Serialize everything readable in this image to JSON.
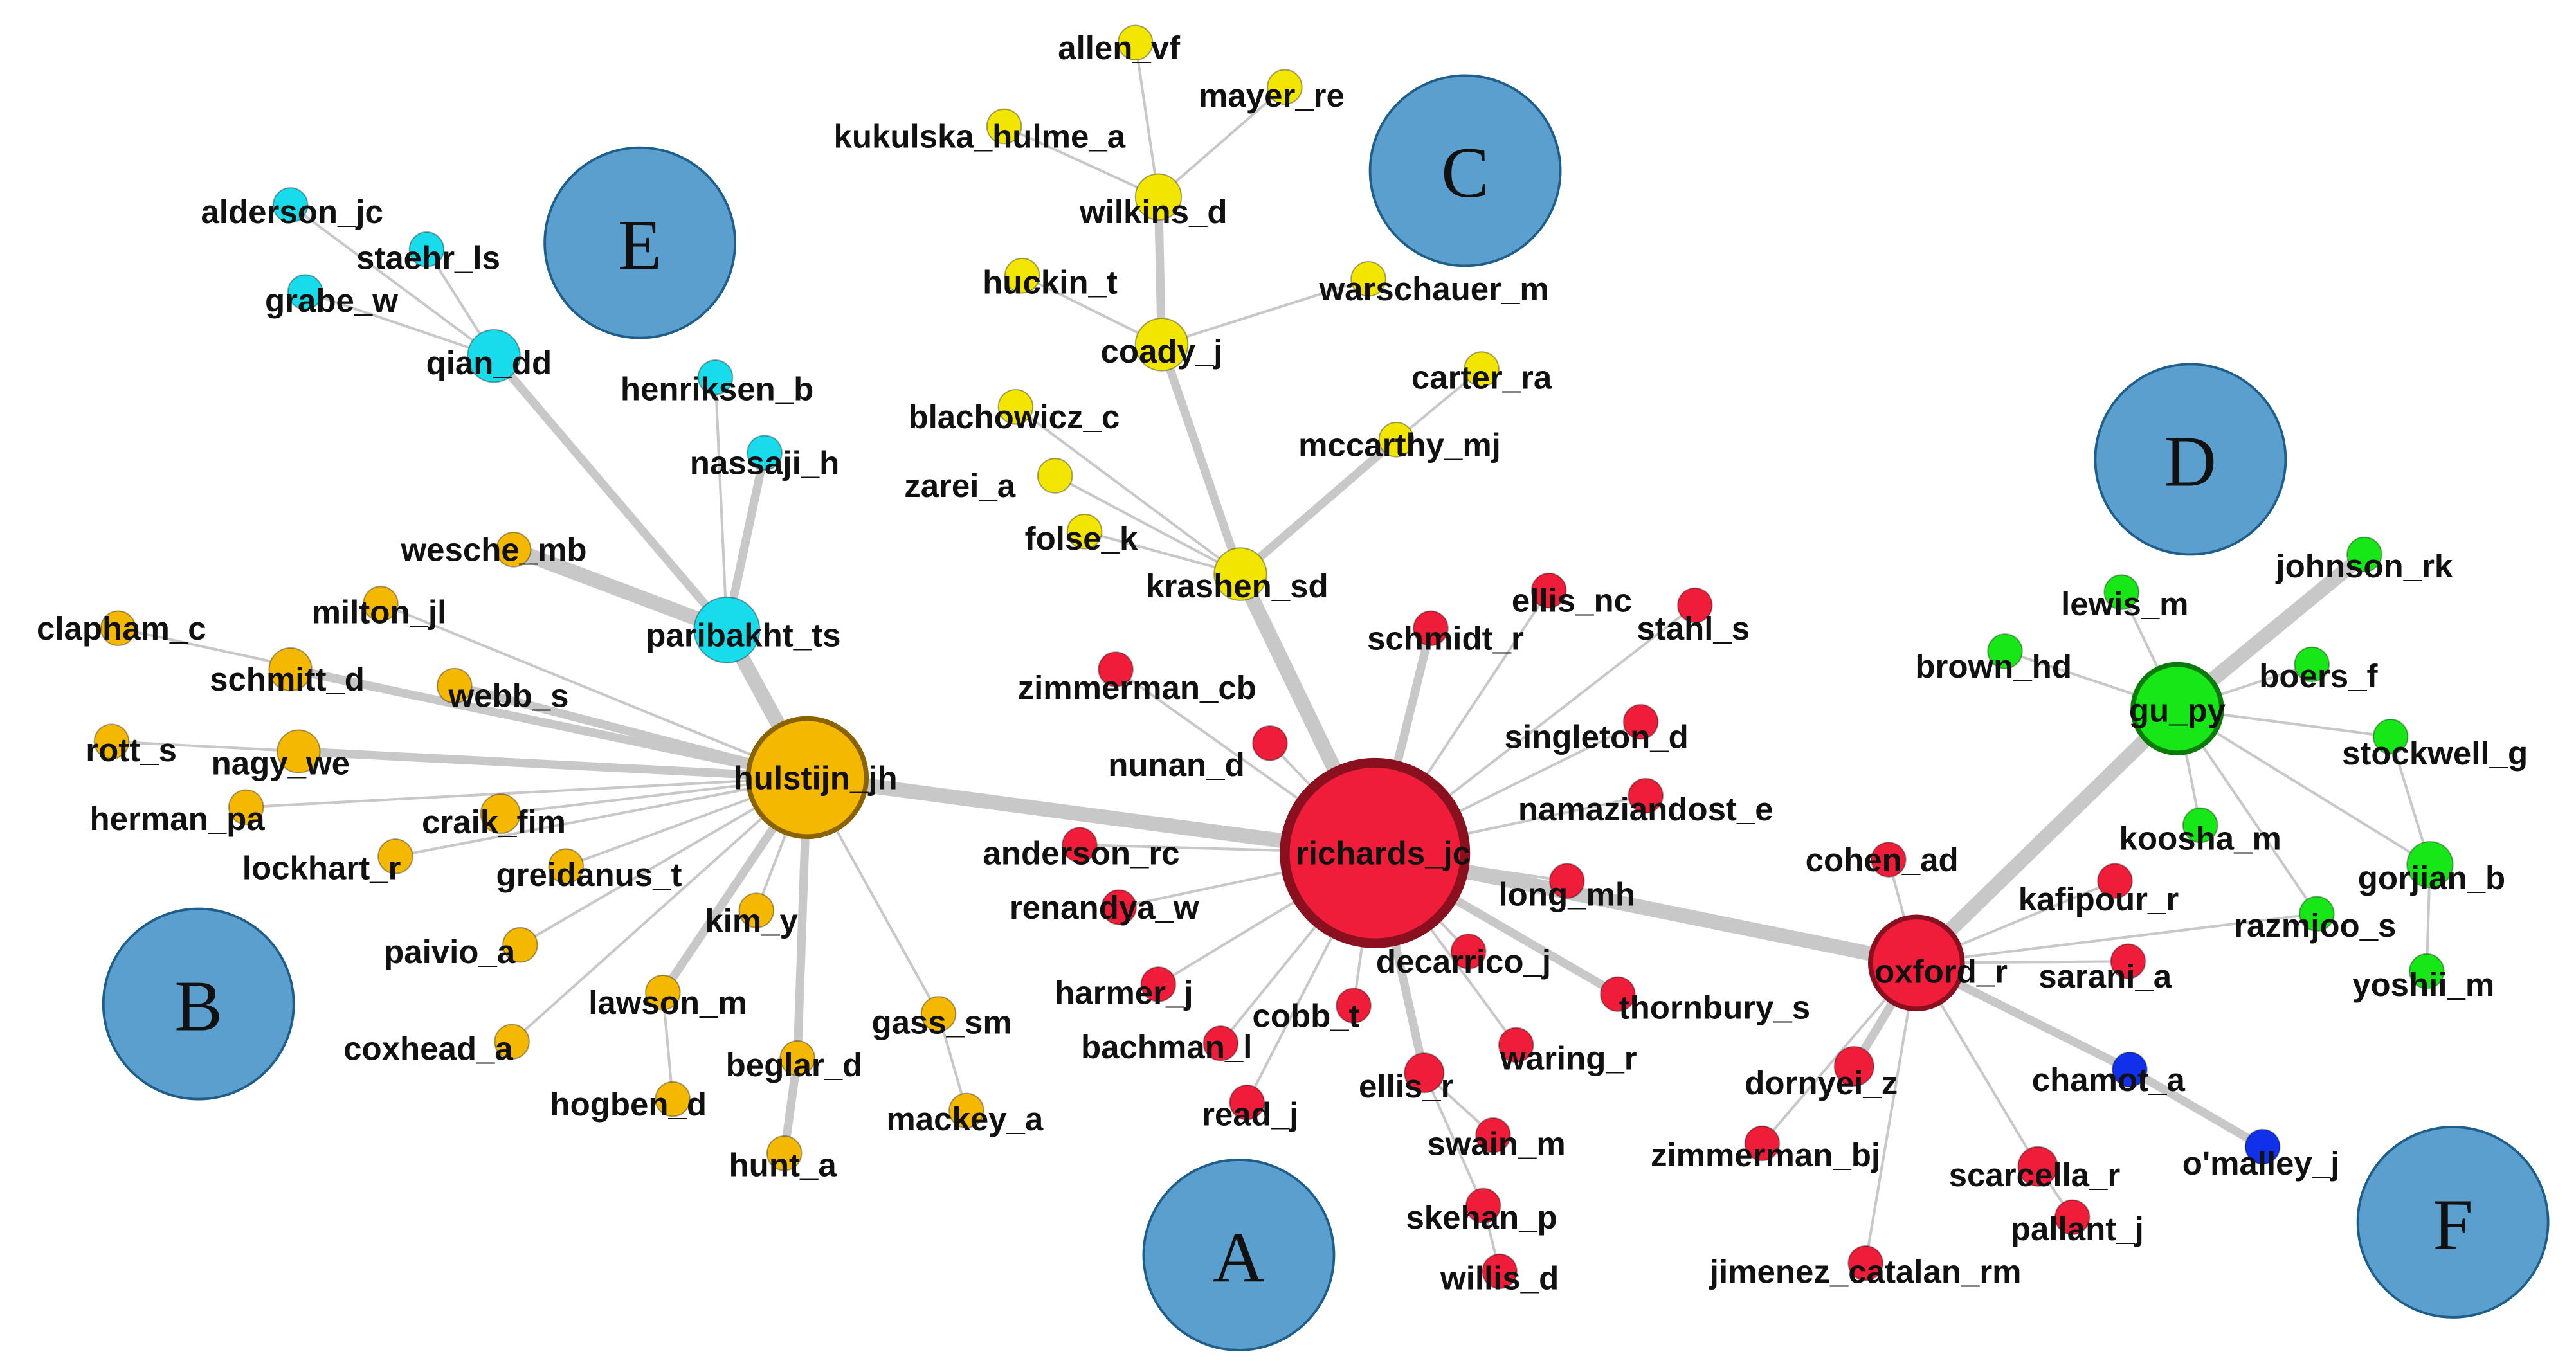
{
  "colors": {
    "orange": "#f5b800",
    "red": "#ef1c3a",
    "yellow": "#f2e600",
    "cyan": "#18dcec",
    "green": "#17e617",
    "blue": "#1030ea",
    "community_fill": "#5a9fce",
    "community_stroke": "#1f5d8a",
    "edge": "#c8c8c8"
  },
  "communities": [
    {
      "id": "A",
      "label": "A"
    },
    {
      "id": "B",
      "label": "B"
    },
    {
      "id": "C",
      "label": "C"
    },
    {
      "id": "D",
      "label": "D"
    },
    {
      "id": "E",
      "label": "E"
    },
    {
      "id": "F",
      "label": "F"
    }
  ],
  "nodes": [
    {
      "id": "richards_jc",
      "label": "richards_jc",
      "group": "red",
      "hub": true
    },
    {
      "id": "hulstijn_jh",
      "label": "hulstijn_jh",
      "group": "orange",
      "hub": true
    },
    {
      "id": "oxford_r",
      "label": "oxford_r",
      "group": "red",
      "hub": true
    },
    {
      "id": "gu_py",
      "label": "gu_py",
      "group": "green",
      "hub": true
    },
    {
      "id": "paribakht_ts",
      "label": "paribakht_ts",
      "group": "cyan"
    },
    {
      "id": "krashen_sd",
      "label": "krashen_sd",
      "group": "yellow"
    },
    {
      "id": "coady_j",
      "label": "coady_j",
      "group": "yellow"
    },
    {
      "id": "wilkins_d",
      "label": "wilkins_d",
      "group": "yellow"
    },
    {
      "id": "qian_dd",
      "label": "qian_dd",
      "group": "cyan"
    },
    {
      "id": "allen_vf",
      "label": "allen_vf",
      "group": "yellow"
    },
    {
      "id": "mayer_re",
      "label": "mayer_re",
      "group": "yellow"
    },
    {
      "id": "kukulska_hulme_a",
      "label": "kukulska_hulme_a",
      "group": "yellow"
    },
    {
      "id": "huckin_t",
      "label": "huckin_t",
      "group": "yellow"
    },
    {
      "id": "warschauer_m",
      "label": "warschauer_m",
      "group": "yellow"
    },
    {
      "id": "carter_ra",
      "label": "carter_ra",
      "group": "yellow"
    },
    {
      "id": "mccarthy_mj",
      "label": "mccarthy_mj",
      "group": "yellow"
    },
    {
      "id": "blachowicz_c",
      "label": "blachowicz_c",
      "group": "yellow"
    },
    {
      "id": "zarei_a",
      "label": "zarei_a",
      "group": "yellow"
    },
    {
      "id": "folse_k",
      "label": "folse_k",
      "group": "yellow"
    },
    {
      "id": "alderson_jc",
      "label": "alderson_jc",
      "group": "cyan"
    },
    {
      "id": "staehr_ls",
      "label": "staehr_ls",
      "group": "cyan"
    },
    {
      "id": "grabe_w",
      "label": "grabe_w",
      "group": "cyan"
    },
    {
      "id": "henriksen_b",
      "label": "henriksen_b",
      "group": "cyan"
    },
    {
      "id": "nassaji_h",
      "label": "nassaji_h",
      "group": "cyan"
    },
    {
      "id": "wesche_mb",
      "label": "wesche_mb",
      "group": "orange"
    },
    {
      "id": "milton_jl",
      "label": "milton_jl",
      "group": "orange"
    },
    {
      "id": "clapham_c",
      "label": "clapham_c",
      "group": "orange"
    },
    {
      "id": "schmitt_d",
      "label": "schmitt_d",
      "group": "orange"
    },
    {
      "id": "webb_s",
      "label": "webb_s",
      "group": "orange"
    },
    {
      "id": "rott_s",
      "label": "rott_s",
      "group": "orange"
    },
    {
      "id": "nagy_we",
      "label": "nagy_we",
      "group": "orange"
    },
    {
      "id": "herman_pa",
      "label": "herman_pa",
      "group": "orange"
    },
    {
      "id": "craik_fim",
      "label": "craik_fim",
      "group": "orange"
    },
    {
      "id": "lockhart_r",
      "label": "lockhart_r",
      "group": "orange"
    },
    {
      "id": "greidanus_t",
      "label": "greidanus_t",
      "group": "orange"
    },
    {
      "id": "kim_y",
      "label": "kim_y",
      "group": "orange"
    },
    {
      "id": "paivio_a",
      "label": "paivio_a",
      "group": "orange"
    },
    {
      "id": "lawson_m",
      "label": "lawson_m",
      "group": "orange"
    },
    {
      "id": "coxhead_a",
      "label": "coxhead_a",
      "group": "orange"
    },
    {
      "id": "hogben_d",
      "label": "hogben_d",
      "group": "orange"
    },
    {
      "id": "beglar_d",
      "label": "beglar_d",
      "group": "orange"
    },
    {
      "id": "hunt_a",
      "label": "hunt_a",
      "group": "orange"
    },
    {
      "id": "gass_sm",
      "label": "gass_sm",
      "group": "orange"
    },
    {
      "id": "mackey_a",
      "label": "mackey_a",
      "group": "orange"
    },
    {
      "id": "ellis_nc",
      "label": "ellis_nc",
      "group": "red"
    },
    {
      "id": "schmidt_r",
      "label": "schmidt_r",
      "group": "red"
    },
    {
      "id": "stahl_s",
      "label": "stahl_s",
      "group": "red"
    },
    {
      "id": "zimmerman_cb",
      "label": "zimmerman_cb",
      "group": "red"
    },
    {
      "id": "singleton_d",
      "label": "singleton_d",
      "group": "red"
    },
    {
      "id": "nunan_d",
      "label": "nunan_d",
      "group": "red"
    },
    {
      "id": "namaziandost_e",
      "label": "namaziandost_e",
      "group": "red"
    },
    {
      "id": "anderson_rc",
      "label": "anderson_rc",
      "group": "red"
    },
    {
      "id": "renandya_w",
      "label": "renandya_w",
      "group": "red"
    },
    {
      "id": "long_mh",
      "label": "long_mh",
      "group": "red"
    },
    {
      "id": "decarrico_j",
      "label": "decarrico_j",
      "group": "red"
    },
    {
      "id": "harmer_j",
      "label": "harmer_j",
      "group": "red"
    },
    {
      "id": "cobb_t",
      "label": "cobb_t",
      "group": "red"
    },
    {
      "id": "thornbury_s",
      "label": "thornbury_s",
      "group": "red"
    },
    {
      "id": "bachman_l",
      "label": "bachman_l",
      "group": "red"
    },
    {
      "id": "waring_r",
      "label": "waring_r",
      "group": "red"
    },
    {
      "id": "ellis_r",
      "label": "ellis_r",
      "group": "red"
    },
    {
      "id": "read_j",
      "label": "read_j",
      "group": "red"
    },
    {
      "id": "swain_m",
      "label": "swain_m",
      "group": "red"
    },
    {
      "id": "skehan_p",
      "label": "skehan_p",
      "group": "red"
    },
    {
      "id": "willis_d",
      "label": "willis_d",
      "group": "red"
    },
    {
      "id": "cohen_ad",
      "label": "cohen_ad",
      "group": "red"
    },
    {
      "id": "kafipour_r",
      "label": "kafipour_r",
      "group": "red"
    },
    {
      "id": "sarani_a",
      "label": "sarani_a",
      "group": "red"
    },
    {
      "id": "dornyei_z",
      "label": "dornyei_z",
      "group": "red"
    },
    {
      "id": "zimmerman_bj",
      "label": "zimmerman_bj",
      "group": "red"
    },
    {
      "id": "scarcella_r",
      "label": "scarcella_r",
      "group": "red"
    },
    {
      "id": "pallant_j",
      "label": "pallant_j",
      "group": "red"
    },
    {
      "id": "jimenez_catalan_rm",
      "label": "jimenez_catalan_rm",
      "group": "red"
    },
    {
      "id": "chamot_a",
      "label": "chamot_a",
      "group": "blue"
    },
    {
      "id": "omalley_j",
      "label": "o'malley_j",
      "group": "blue"
    },
    {
      "id": "lewis_m",
      "label": "lewis_m",
      "group": "green"
    },
    {
      "id": "johnson_rk",
      "label": "johnson_rk",
      "group": "green"
    },
    {
      "id": "brown_hd",
      "label": "brown_hd",
      "group": "green"
    },
    {
      "id": "boers_f",
      "label": "boers_f",
      "group": "green"
    },
    {
      "id": "stockwell_g",
      "label": "stockwell_g",
      "group": "green"
    },
    {
      "id": "koosha_m",
      "label": "koosha_m",
      "group": "green"
    },
    {
      "id": "gorjian_b",
      "label": "gorjian_b",
      "group": "green"
    },
    {
      "id": "razmjoo_s",
      "label": "razmjoo_s",
      "group": "green"
    },
    {
      "id": "yoshii_m",
      "label": "yoshii_m",
      "group": "green"
    }
  ],
  "edges": [
    [
      "hulstijn_jh",
      "richards_jc",
      "heavy"
    ],
    [
      "richards_jc",
      "oxford_r",
      "heavy"
    ],
    [
      "oxford_r",
      "gu_py",
      "heavy"
    ],
    [
      "richards_jc",
      "krashen_sd",
      "heavy"
    ],
    [
      "hulstijn_jh",
      "paribakht_ts",
      "heavy"
    ],
    [
      "paribakht_ts",
      "qian_dd",
      "medium"
    ],
    [
      "paribakht_ts",
      "wesche_mb",
      "heavy"
    ],
    [
      "paribakht_ts",
      "nassaji_h",
      "medium"
    ],
    [
      "paribakht_ts",
      "henriksen_b",
      "light"
    ],
    [
      "qian_dd",
      "alderson_jc",
      "light"
    ],
    [
      "qian_dd",
      "staehr_ls",
      "light"
    ],
    [
      "qian_dd",
      "grabe_w",
      "light"
    ],
    [
      "krashen_sd",
      "coady_j",
      "medium"
    ],
    [
      "coady_j",
      "wilkins_d",
      "medium"
    ],
    [
      "coady_j",
      "huckin_t",
      "light"
    ],
    [
      "coady_j",
      "warschauer_m",
      "light"
    ],
    [
      "wilkins_d",
      "allen_vf",
      "light"
    ],
    [
      "wilkins_d",
      "mayer_re",
      "light"
    ],
    [
      "wilkins_d",
      "kukulska_hulme_a",
      "light"
    ],
    [
      "krashen_sd",
      "mccarthy_mj",
      "medium"
    ],
    [
      "mccarthy_mj",
      "carter_ra",
      "light"
    ],
    [
      "krashen_sd",
      "blachowicz_c",
      "light"
    ],
    [
      "krashen_sd",
      "zarei_a",
      "light"
    ],
    [
      "krashen_sd",
      "folse_k",
      "light"
    ],
    [
      "hulstijn_jh",
      "webb_s",
      "medium"
    ],
    [
      "hulstijn_jh",
      "schmitt_d",
      "medium"
    ],
    [
      "hulstijn_jh",
      "milton_jl",
      "light"
    ],
    [
      "hulstijn_jh",
      "clapham_c",
      "light"
    ],
    [
      "hulstijn_jh",
      "nagy_we",
      "medium"
    ],
    [
      "hulstijn_jh",
      "rott_s",
      "light"
    ],
    [
      "hulstijn_jh",
      "herman_pa",
      "light"
    ],
    [
      "hulstijn_jh",
      "craik_fim",
      "light"
    ],
    [
      "hulstijn_jh",
      "lockhart_r",
      "light"
    ],
    [
      "hulstijn_jh",
      "greidanus_t",
      "light"
    ],
    [
      "hulstijn_jh",
      "kim_y",
      "light"
    ],
    [
      "hulstijn_jh",
      "paivio_a",
      "light"
    ],
    [
      "hulstijn_jh",
      "lawson_m",
      "medium"
    ],
    [
      "lawson_m",
      "hogben_d",
      "light"
    ],
    [
      "hulstijn_jh",
      "coxhead_a",
      "light"
    ],
    [
      "hulstijn_jh",
      "beglar_d",
      "medium"
    ],
    [
      "beglar_d",
      "hunt_a",
      "medium"
    ],
    [
      "hulstijn_jh",
      "gass_sm",
      "light"
    ],
    [
      "gass_sm",
      "mackey_a",
      "light"
    ],
    [
      "richards_jc",
      "schmidt_r",
      "medium"
    ],
    [
      "richards_jc",
      "ellis_nc",
      "light"
    ],
    [
      "richards_jc",
      "stahl_s",
      "light"
    ],
    [
      "richards_jc",
      "zimmerman_cb",
      "light"
    ],
    [
      "richards_jc",
      "singleton_d",
      "light"
    ],
    [
      "richards_jc",
      "nunan_d",
      "light"
    ],
    [
      "richards_jc",
      "namaziandost_e",
      "light"
    ],
    [
      "richards_jc",
      "anderson_rc",
      "light"
    ],
    [
      "richards_jc",
      "renandya_w",
      "light"
    ],
    [
      "richards_jc",
      "long_mh",
      "light"
    ],
    [
      "richards_jc",
      "decarrico_j",
      "light"
    ],
    [
      "richards_jc",
      "harmer_j",
      "light"
    ],
    [
      "richards_jc",
      "cobb_t",
      "light"
    ],
    [
      "richards_jc",
      "thornbury_s",
      "medium"
    ],
    [
      "richards_jc",
      "bachman_l",
      "light"
    ],
    [
      "richards_jc",
      "waring_r",
      "light"
    ],
    [
      "richards_jc",
      "ellis_r",
      "medium"
    ],
    [
      "richards_jc",
      "read_j",
      "light"
    ],
    [
      "ellis_r",
      "swain_m",
      "light"
    ],
    [
      "ellis_r",
      "skehan_p",
      "light"
    ],
    [
      "skehan_p",
      "willis_d",
      "light"
    ],
    [
      "oxford_r",
      "cohen_ad",
      "light"
    ],
    [
      "oxford_r",
      "kafipour_r",
      "light"
    ],
    [
      "oxford_r",
      "sarani_a",
      "light"
    ],
    [
      "oxford_r",
      "dornyei_z",
      "medium"
    ],
    [
      "oxford_r",
      "zimmerman_bj",
      "light"
    ],
    [
      "oxford_r",
      "scarcella_r",
      "light"
    ],
    [
      "oxford_r",
      "jimenez_catalan_rm",
      "light"
    ],
    [
      "oxford_r",
      "chamot_a",
      "medium"
    ],
    [
      "chamot_a",
      "omalley_j",
      "medium"
    ],
    [
      "oxford_r",
      "razmjoo_s",
      "light"
    ],
    [
      "gu_py",
      "johnson_rk",
      "heavy"
    ],
    [
      "gu_py",
      "lewis_m",
      "light"
    ],
    [
      "gu_py",
      "brown_hd",
      "light"
    ],
    [
      "gu_py",
      "boers_f",
      "light"
    ],
    [
      "gu_py",
      "stockwell_g",
      "light"
    ],
    [
      "gu_py",
      "koosha_m",
      "light"
    ],
    [
      "gu_py",
      "razmjoo_s",
      "light"
    ],
    [
      "gu_py",
      "gorjian_b",
      "light"
    ],
    [
      "gorjian_b",
      "yoshii_m",
      "light"
    ],
    [
      "gorjian_b",
      "stockwell_g",
      "light"
    ],
    [
      "scarcella_r",
      "pallant_j",
      "light"
    ]
  ]
}
